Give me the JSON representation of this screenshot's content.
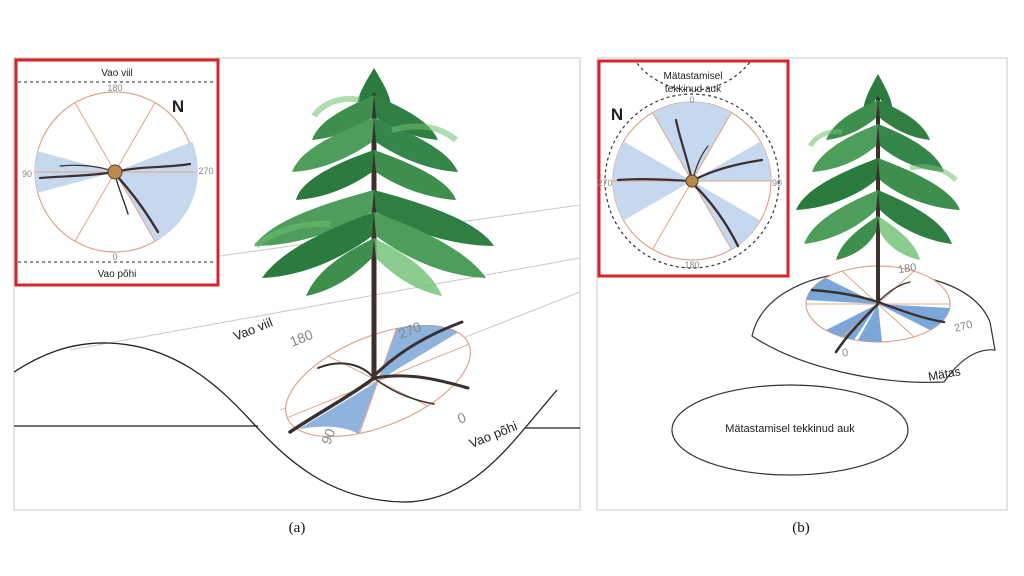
{
  "panel_a": {
    "caption": "(a)",
    "inset": {
      "top_label": "Vao viil",
      "bottom_label": "Vao põhi",
      "north_label": "N",
      "ticks": {
        "top": "180",
        "left": "90",
        "right": "270",
        "bottom": "0"
      }
    },
    "ground": {
      "label_viil": "Vao viil",
      "label_pohi": "Vao põhi",
      "ticks": {
        "a180": "180",
        "a270": "270",
        "a90": "90",
        "a0": "0"
      }
    }
  },
  "panel_b": {
    "caption": "(b)",
    "inset": {
      "hole_label_line1": "Mätastamisel",
      "hole_label_line2": "tekkinud auk",
      "north_label": "N",
      "ticks": {
        "top": "0",
        "left": "270",
        "right": "90",
        "bottom": "180"
      }
    },
    "mound": {
      "label": "Mätas",
      "ticks": {
        "a180": "180",
        "a270": "270",
        "a0": "0"
      }
    },
    "hole_label": "Mätastamisel tekkinud auk"
  },
  "colors": {
    "inset_border": "#d8232a",
    "sector_fill": "#c5d8ee",
    "sector_fill_dark": "#7aa7d8",
    "sector_line": "#e0a48c",
    "root": "#3a3030",
    "trunk": "#3b302c",
    "needle_dark": "#2b7a3e",
    "needle_light": "#6fbf73"
  }
}
